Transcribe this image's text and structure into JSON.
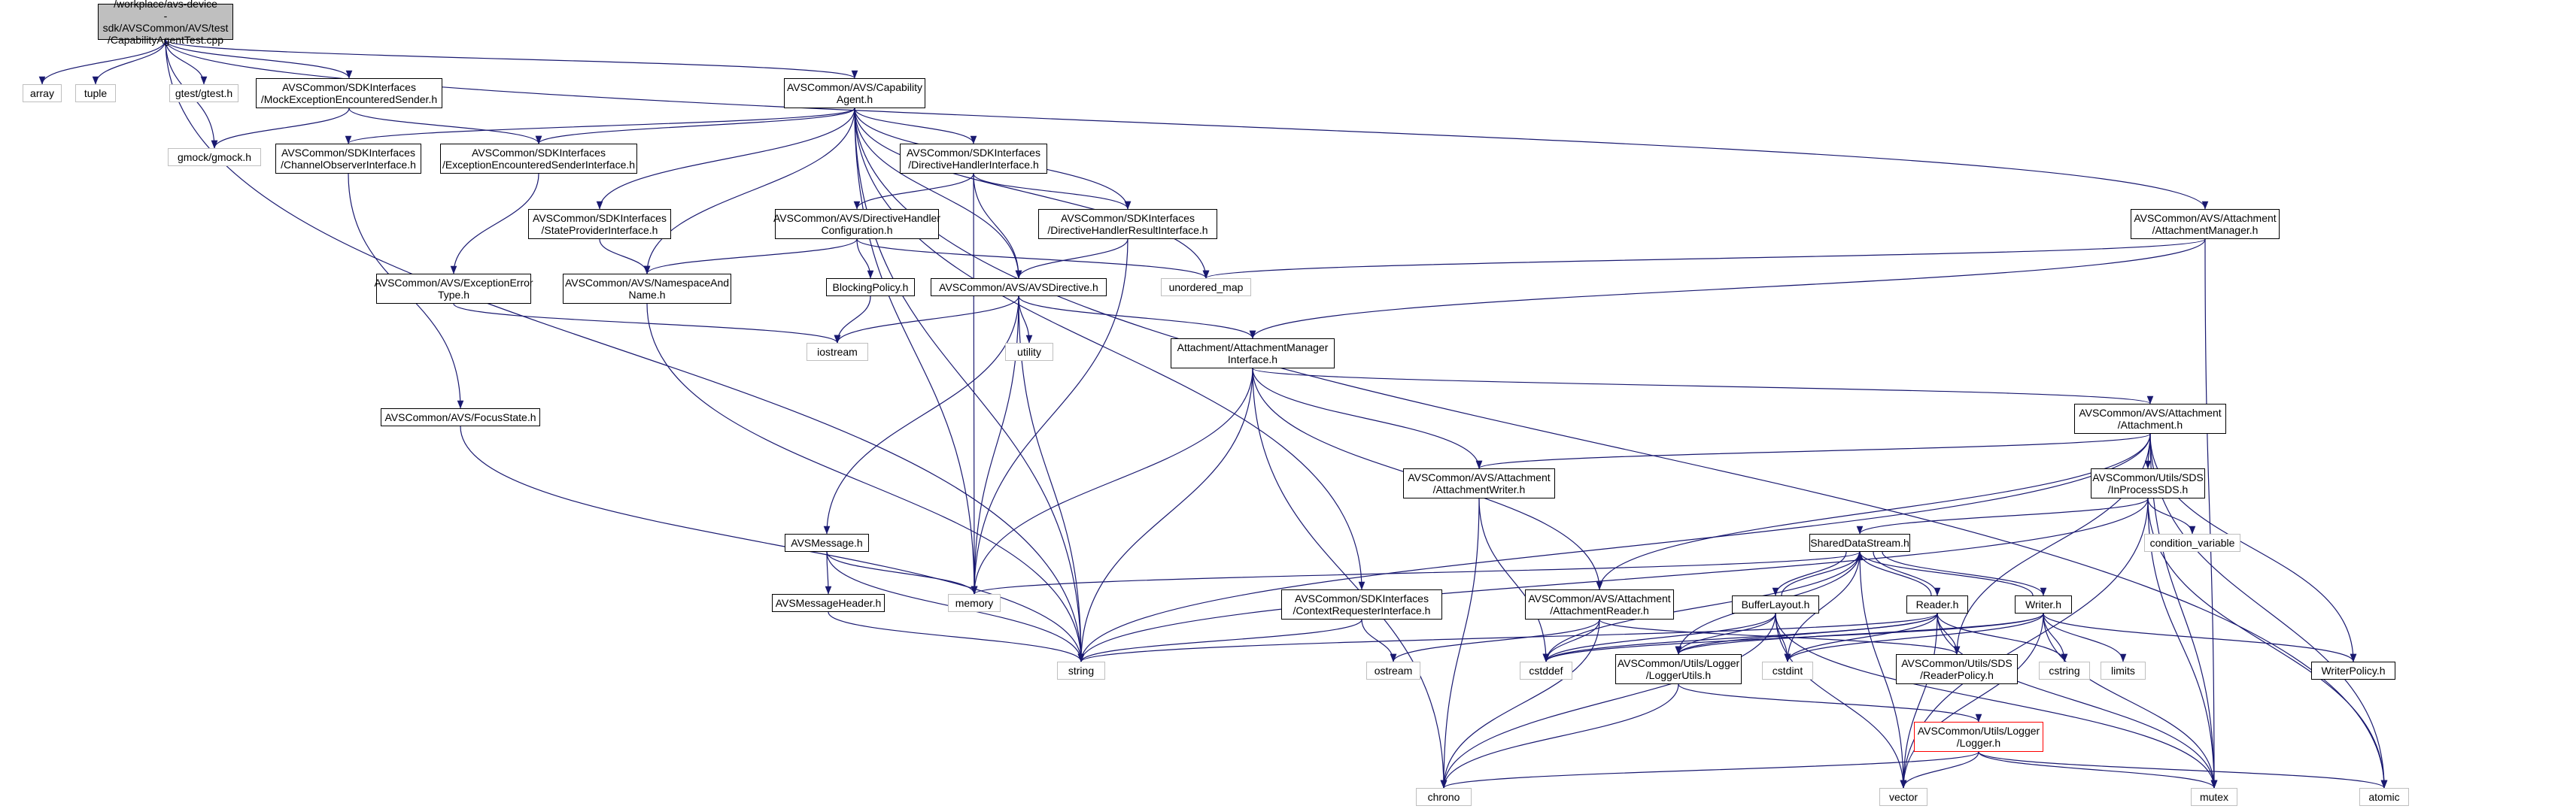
{
  "colors": {
    "edge": "#191970",
    "box_border": "#000000",
    "system_border": "#bfbfbf",
    "root_fill": "#bfbfbf",
    "highlight_border": "#ff0000",
    "background": "#ffffff"
  },
  "nodes": [
    {
      "id": "root",
      "label": "/workplace/avs-device\n-sdk/AVSCommon/AVS/test\n/CapabilityAgentTest.cpp",
      "kind": "root"
    },
    {
      "id": "array",
      "label": "array",
      "kind": "sys"
    },
    {
      "id": "tuple",
      "label": "tuple",
      "kind": "sys"
    },
    {
      "id": "gtest",
      "label": "gtest/gtest.h",
      "kind": "sys"
    },
    {
      "id": "mockexc",
      "label": "AVSCommon/SDKInterfaces\n/MockExceptionEncounteredSender.h",
      "kind": "doc"
    },
    {
      "id": "capagent",
      "label": "AVSCommon/AVS/Capability\nAgent.h",
      "kind": "doc"
    },
    {
      "id": "gmock",
      "label": "gmock/gmock.h",
      "kind": "sys"
    },
    {
      "id": "chanobs",
      "label": "AVSCommon/SDKInterfaces\n/ChannelObserverInterface.h",
      "kind": "doc"
    },
    {
      "id": "excsender",
      "label": "AVSCommon/SDKInterfaces\n/ExceptionEncounteredSenderInterface.h",
      "kind": "doc"
    },
    {
      "id": "dirhandler",
      "label": "AVSCommon/SDKInterfaces\n/DirectiveHandlerInterface.h",
      "kind": "doc"
    },
    {
      "id": "attmgr",
      "label": "AVSCommon/AVS/Attachment\n/AttachmentManager.h",
      "kind": "doc"
    },
    {
      "id": "stateprov",
      "label": "AVSCommon/SDKInterfaces\n/StateProviderInterface.h",
      "kind": "doc"
    },
    {
      "id": "dhconfig",
      "label": "AVSCommon/AVS/DirectiveHandler\nConfiguration.h",
      "kind": "doc"
    },
    {
      "id": "dhresult",
      "label": "AVSCommon/SDKInterfaces\n/DirectiveHandlerResultInterface.h",
      "kind": "doc"
    },
    {
      "id": "unordmap",
      "label": "unordered_map",
      "kind": "sys"
    },
    {
      "id": "excerr",
      "label": "AVSCommon/AVS/ExceptionError\nType.h",
      "kind": "doc"
    },
    {
      "id": "nsname",
      "label": "AVSCommon/AVS/NamespaceAnd\nName.h",
      "kind": "doc"
    },
    {
      "id": "blocking",
      "label": "BlockingPolicy.h",
      "kind": "doc"
    },
    {
      "id": "avsdir",
      "label": "AVSCommon/AVS/AVSDirective.h",
      "kind": "doc"
    },
    {
      "id": "iostream",
      "label": "iostream",
      "kind": "sys"
    },
    {
      "id": "utility",
      "label": "utility",
      "kind": "sys"
    },
    {
      "id": "attmgrif",
      "label": "Attachment/AttachmentManager\nInterface.h",
      "kind": "doc"
    },
    {
      "id": "focus",
      "label": "AVSCommon/AVS/FocusState.h",
      "kind": "doc"
    },
    {
      "id": "attachment",
      "label": "AVSCommon/AVS/Attachment\n/Attachment.h",
      "kind": "doc"
    },
    {
      "id": "attwriter",
      "label": "AVSCommon/AVS/Attachment\n/AttachmentWriter.h",
      "kind": "doc"
    },
    {
      "id": "inproc",
      "label": "AVSCommon/Utils/SDS\n/InProcessSDS.h",
      "kind": "doc"
    },
    {
      "id": "condvar",
      "label": "condition_variable",
      "kind": "sys"
    },
    {
      "id": "avsmsg",
      "label": "AVSMessage.h",
      "kind": "doc"
    },
    {
      "id": "memory",
      "label": "memory",
      "kind": "sys"
    },
    {
      "id": "sds",
      "label": "SharedDataStream.h",
      "kind": "doc"
    },
    {
      "id": "msgheader",
      "label": "AVSMessageHeader.h",
      "kind": "doc"
    },
    {
      "id": "ctxreq",
      "label": "AVSCommon/SDKInterfaces\n/ContextRequesterInterface.h",
      "kind": "doc"
    },
    {
      "id": "attreader",
      "label": "AVSCommon/AVS/Attachment\n/AttachmentReader.h",
      "kind": "doc"
    },
    {
      "id": "buflayout",
      "label": "BufferLayout.h",
      "kind": "doc"
    },
    {
      "id": "reader",
      "label": "Reader.h",
      "kind": "doc"
    },
    {
      "id": "writer",
      "label": "Writer.h",
      "kind": "doc"
    },
    {
      "id": "string",
      "label": "string",
      "kind": "sys"
    },
    {
      "id": "ostream",
      "label": "ostream",
      "kind": "sys"
    },
    {
      "id": "cstddef",
      "label": "cstddef",
      "kind": "sys"
    },
    {
      "id": "loggerutils",
      "label": "AVSCommon/Utils/Logger\n/LoggerUtils.h",
      "kind": "doc"
    },
    {
      "id": "cstdint",
      "label": "cstdint",
      "kind": "sys"
    },
    {
      "id": "readerpolicy",
      "label": "AVSCommon/Utils/SDS\n/ReaderPolicy.h",
      "kind": "doc"
    },
    {
      "id": "cstring",
      "label": "cstring",
      "kind": "sys"
    },
    {
      "id": "limits",
      "label": "limits",
      "kind": "sys"
    },
    {
      "id": "writerpolicy",
      "label": "WriterPolicy.h",
      "kind": "doc"
    },
    {
      "id": "logger",
      "label": "AVSCommon/Utils/Logger\n/Logger.h",
      "kind": "red"
    },
    {
      "id": "chrono",
      "label": "chrono",
      "kind": "sys"
    },
    {
      "id": "vector",
      "label": "vector",
      "kind": "sys"
    },
    {
      "id": "mutex",
      "label": "mutex",
      "kind": "sys"
    },
    {
      "id": "atomic",
      "label": "atomic",
      "kind": "sys"
    }
  ],
  "edges": [
    [
      "root",
      "array"
    ],
    [
      "root",
      "tuple"
    ],
    [
      "root",
      "gtest"
    ],
    [
      "root",
      "mockexc"
    ],
    [
      "root",
      "capagent"
    ],
    [
      "root",
      "gmock"
    ],
    [
      "root",
      "attmgr"
    ],
    [
      "root",
      "string"
    ],
    [
      "mockexc",
      "gmock"
    ],
    [
      "mockexc",
      "excsender"
    ],
    [
      "capagent",
      "chanobs"
    ],
    [
      "capagent",
      "excsender"
    ],
    [
      "capagent",
      "dirhandler"
    ],
    [
      "capagent",
      "stateprov"
    ],
    [
      "capagent",
      "nsname"
    ],
    [
      "capagent",
      "dhresult"
    ],
    [
      "capagent",
      "unordmap"
    ],
    [
      "capagent",
      "memory"
    ],
    [
      "capagent",
      "string"
    ],
    [
      "capagent",
      "ctxreq"
    ],
    [
      "capagent",
      "atomic"
    ],
    [
      "capagent",
      "avsdir"
    ],
    [
      "chanobs",
      "focus"
    ],
    [
      "excsender",
      "excerr"
    ],
    [
      "dirhandler",
      "dhconfig"
    ],
    [
      "dirhandler",
      "dhresult"
    ],
    [
      "dirhandler",
      "avsdir"
    ],
    [
      "dirhandler",
      "memory"
    ],
    [
      "dhconfig",
      "blocking"
    ],
    [
      "dhconfig",
      "nsname"
    ],
    [
      "dhconfig",
      "unordmap"
    ],
    [
      "dhresult",
      "avsdir"
    ],
    [
      "dhresult",
      "memory"
    ],
    [
      "stateprov",
      "nsname"
    ],
    [
      "nsname",
      "string"
    ],
    [
      "excerr",
      "iostream"
    ],
    [
      "blocking",
      "iostream"
    ],
    [
      "focus",
      "string"
    ],
    [
      "avsdir",
      "iostream"
    ],
    [
      "avsdir",
      "utility"
    ],
    [
      "avsdir",
      "attmgrif"
    ],
    [
      "avsdir",
      "avsmsg"
    ],
    [
      "avsdir",
      "memory"
    ],
    [
      "avsdir",
      "string"
    ],
    [
      "attmgr",
      "unordmap"
    ],
    [
      "attmgr",
      "attmgrif"
    ],
    [
      "attmgr",
      "mutex"
    ],
    [
      "attmgrif",
      "attachment"
    ],
    [
      "attmgrif",
      "attwriter"
    ],
    [
      "attmgrif",
      "attreader"
    ],
    [
      "attmgrif",
      "memory"
    ],
    [
      "attmgrif",
      "string"
    ],
    [
      "attmgrif",
      "chrono"
    ],
    [
      "attachment",
      "attwriter"
    ],
    [
      "attachment",
      "inproc"
    ],
    [
      "attachment",
      "attreader"
    ],
    [
      "attachment",
      "string"
    ],
    [
      "attachment",
      "writerpolicy"
    ],
    [
      "attachment",
      "readerpolicy"
    ],
    [
      "attachment",
      "mutex"
    ],
    [
      "attachment",
      "atomic"
    ],
    [
      "attwriter",
      "cstddef"
    ],
    [
      "attwriter",
      "chrono"
    ],
    [
      "inproc",
      "sds"
    ],
    [
      "inproc",
      "condvar"
    ],
    [
      "inproc",
      "string"
    ],
    [
      "inproc",
      "vector"
    ],
    [
      "inproc",
      "mutex"
    ],
    [
      "inproc",
      "atomic"
    ],
    [
      "avsmsg",
      "msgheader"
    ],
    [
      "avsmsg",
      "memory"
    ],
    [
      "avsmsg",
      "string"
    ],
    [
      "msgheader",
      "string"
    ],
    [
      "ctxreq",
      "ostream"
    ],
    [
      "ctxreq",
      "string"
    ],
    [
      "sds",
      "buflayout"
    ],
    [
      "sds",
      "reader"
    ],
    [
      "sds",
      "writer"
    ],
    [
      "sds",
      "memory"
    ],
    [
      "sds",
      "cstddef"
    ],
    [
      "sds",
      "cstdint"
    ],
    [
      "sds",
      "loggerutils"
    ],
    [
      "sds",
      "vector"
    ],
    [
      "buflayout",
      "sds"
    ],
    [
      "buflayout",
      "cstddef"
    ],
    [
      "buflayout",
      "cstdint"
    ],
    [
      "buflayout",
      "loggerutils"
    ],
    [
      "buflayout",
      "chrono"
    ],
    [
      "buflayout",
      "vector"
    ],
    [
      "buflayout",
      "mutex"
    ],
    [
      "reader",
      "sds"
    ],
    [
      "reader",
      "cstddef"
    ],
    [
      "reader",
      "cstdint"
    ],
    [
      "reader",
      "loggerutils"
    ],
    [
      "reader",
      "readerpolicy"
    ],
    [
      "reader",
      "cstring"
    ],
    [
      "reader",
      "vector"
    ],
    [
      "reader",
      "mutex"
    ],
    [
      "reader",
      "string"
    ],
    [
      "writer",
      "sds"
    ],
    [
      "writer",
      "cstddef"
    ],
    [
      "writer",
      "cstdint"
    ],
    [
      "writer",
      "loggerutils"
    ],
    [
      "writer",
      "cstring"
    ],
    [
      "writer",
      "limits"
    ],
    [
      "writer",
      "writerpolicy"
    ],
    [
      "writer",
      "vector"
    ],
    [
      "writer",
      "mutex"
    ],
    [
      "attreader",
      "cstddef"
    ],
    [
      "attreader",
      "chrono"
    ],
    [
      "attreader",
      "ostream"
    ],
    [
      "attreader",
      "readerpolicy"
    ],
    [
      "loggerutils",
      "logger"
    ],
    [
      "loggerutils",
      "chrono"
    ],
    [
      "logger",
      "chrono"
    ],
    [
      "logger",
      "vector"
    ],
    [
      "logger",
      "mutex"
    ],
    [
      "logger",
      "atomic"
    ]
  ]
}
